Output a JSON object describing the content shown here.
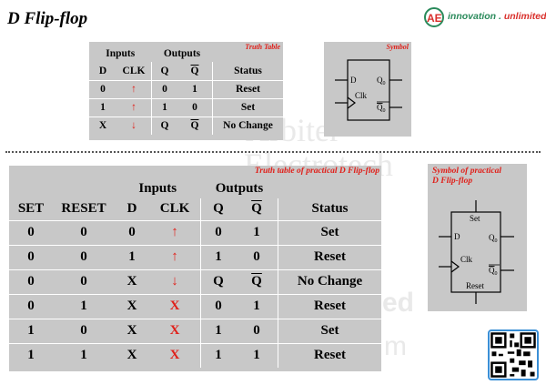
{
  "page": {
    "title": "D Flip-flop"
  },
  "brand": {
    "initials": "AE",
    "text_main": "innovation",
    "text_sep": " . ",
    "text_accent": "unlimited",
    "colors": {
      "green": "#2a8a5b",
      "red": "#d9302c"
    }
  },
  "watermark": {
    "line1": "Arbiter",
    "line2": "Electrotech",
    "suffix1": "ed",
    "suffix2": "m"
  },
  "truth_table_small": {
    "caption": "Truth Table",
    "group_headers": {
      "inputs": "Inputs",
      "outputs": "Outputs"
    },
    "columns": {
      "d": "D",
      "clk": "CLK",
      "q": "Q",
      "qbar": "Q",
      "status": "Status"
    },
    "rows": [
      {
        "d": "0",
        "clk": "↑",
        "q": "0",
        "qbar": "1",
        "status": "Reset",
        "qbar_overline": false
      },
      {
        "d": "1",
        "clk": "↑",
        "q": "1",
        "qbar": "0",
        "status": "Set",
        "qbar_overline": false
      },
      {
        "d": "X",
        "clk": "↓",
        "q": "Q",
        "qbar": "Q",
        "status": "No Change",
        "qbar_overline": true
      }
    ]
  },
  "symbol_small": {
    "caption": "Symbol",
    "pin_d": "D",
    "pin_clk": "Clk",
    "pin_q": "Q",
    "pin_q_sub": "0",
    "pin_qbar": "Q",
    "pin_qbar_sub": "0"
  },
  "truth_table_practical": {
    "caption": "Truth table of practical D Flip-flop",
    "group_headers": {
      "inputs": "Inputs",
      "outputs": "Outputs"
    },
    "columns": {
      "set": "SET",
      "reset": "RESET",
      "d": "D",
      "clk": "CLK",
      "q": "Q",
      "qbar": "Q",
      "status": "Status"
    },
    "rows": [
      {
        "set": "0",
        "reset": "0",
        "d": "0",
        "clk": "↑",
        "q": "0",
        "qbar": "1",
        "status": "Set",
        "qbar_overline": false
      },
      {
        "set": "0",
        "reset": "0",
        "d": "1",
        "clk": "↑",
        "q": "1",
        "qbar": "0",
        "status": "Reset",
        "qbar_overline": false
      },
      {
        "set": "0",
        "reset": "0",
        "d": "X",
        "clk": "↓",
        "q": "Q",
        "qbar": "Q",
        "status": "No Change",
        "qbar_overline": true
      },
      {
        "set": "0",
        "reset": "1",
        "d": "X",
        "clk": "X",
        "q": "0",
        "qbar": "1",
        "status": "Reset",
        "qbar_overline": false
      },
      {
        "set": "1",
        "reset": "0",
        "d": "X",
        "clk": "X",
        "q": "1",
        "qbar": "0",
        "status": "Set",
        "qbar_overline": false
      },
      {
        "set": "1",
        "reset": "1",
        "d": "X",
        "clk": "X",
        "q": "1",
        "qbar": "1",
        "status": "Reset",
        "qbar_overline": false
      }
    ]
  },
  "symbol_practical": {
    "caption_line1": "Symbol of practical",
    "caption_line2": "D Flip-flop",
    "pin_set": "Set",
    "pin_d": "D",
    "pin_clk": "Clk",
    "pin_reset": "Reset",
    "pin_q": "Q",
    "pin_q_sub": "0",
    "pin_qbar": "Q",
    "pin_qbar_sub": "0"
  },
  "colors": {
    "panel": "#c8c8c8",
    "accent_red": "#e0201a"
  }
}
